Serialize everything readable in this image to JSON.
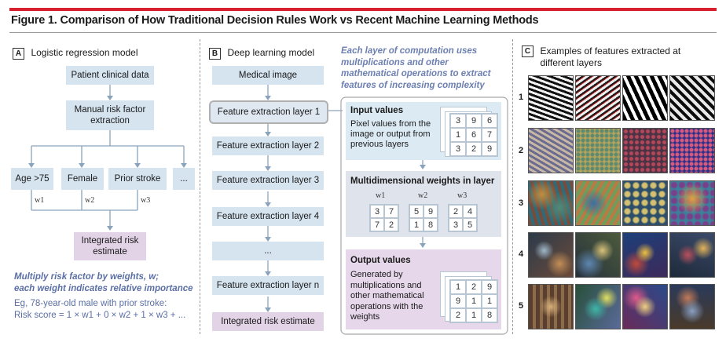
{
  "title": "Figure 1. Comparison of How Traditional Decision Rules Work vs Recent Machine Learning Methods",
  "panelA": {
    "tag": "A",
    "heading": "Logistic regression model",
    "input": "Patient clinical data",
    "extraction": "Manual risk factor extraction",
    "factors": [
      "Age >75",
      "Female",
      "Prior stroke",
      "..."
    ],
    "weights": [
      "w1",
      "w2",
      "w3"
    ],
    "output": "Integrated risk estimate",
    "note_line1": "Multiply risk factor by weights, w;",
    "note_line2": "each weight indicates relative importance",
    "example_line1": "Eg, 78-year-old male with prior stroke:",
    "example_line2": "Risk score = 1 × w1 + 0 × w2 + 1 × w3 + ..."
  },
  "panelB": {
    "tag": "B",
    "heading": "Deep learning model",
    "input": "Medical image",
    "layers": [
      "Feature extraction layer 1",
      "Feature extraction layer 2",
      "Feature extraction layer 3",
      "Feature extraction layer 4",
      "...",
      "Feature extraction layer n"
    ],
    "output": "Integrated risk estimate",
    "callout": "Each layer of computation uses multiplications and other mathematical operations to extract features of increasing complexity",
    "input_values_title": "Input values",
    "input_values_desc": "Pixel values from the image or output from previous layers",
    "input_grid": [
      "3",
      "9",
      "6",
      "1",
      "6",
      "7",
      "3",
      "2",
      "9"
    ],
    "weights_title": "Multidimensional weights in layer",
    "weight_labels": [
      "w1",
      "w2",
      "w3"
    ],
    "weight_grids": [
      [
        "3",
        "7",
        "7",
        "2"
      ],
      [
        "5",
        "9",
        "1",
        "8"
      ],
      [
        "2",
        "4",
        "3",
        "5"
      ]
    ],
    "output_values_title": "Output values",
    "output_values_desc": "Generated by multiplications and other mathematical operations with the weights",
    "output_grid": [
      "1",
      "2",
      "9",
      "9",
      "1",
      "1",
      "2",
      "1",
      "8"
    ]
  },
  "panelC": {
    "tag": "C",
    "heading": "Examples of features extracted at different layers",
    "rows": [
      "1",
      "2",
      "3",
      "4",
      "5"
    ]
  },
  "colors": {
    "red": "#d8212f",
    "box_blue": "#d6e4f0",
    "box_pink": "#e2d4e6",
    "arrow": "#8aa3bd",
    "note_blue": "#5b6fa5"
  }
}
